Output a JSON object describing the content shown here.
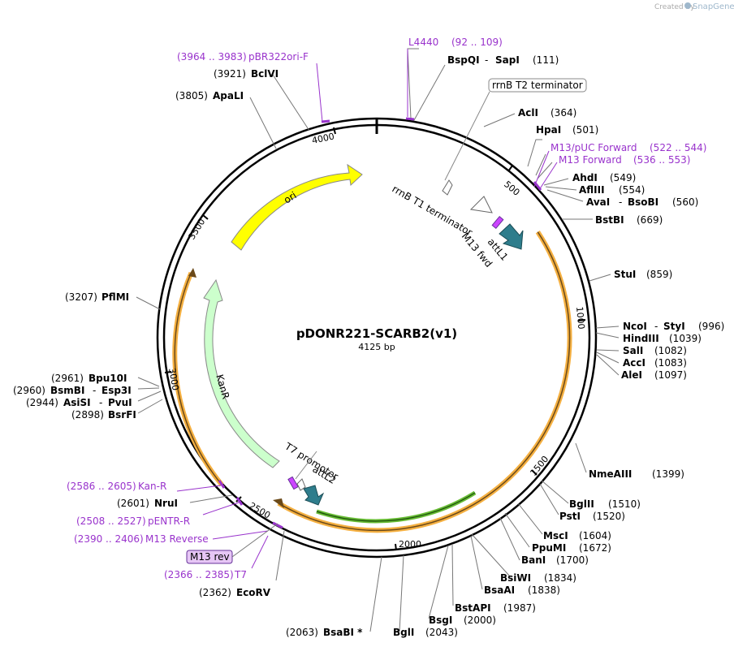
{
  "credit": {
    "prefix": "Created by",
    "brand": "SnapGene"
  },
  "plasmid": {
    "name": "pDONR221-SCARB2(v1)",
    "length_label": "4125 bp",
    "length": 4125
  },
  "ticks": [
    "500",
    "1000",
    "1500",
    "2000",
    "2500",
    "3000",
    "3500",
    "4000"
  ],
  "enzymes": [
    {
      "name": "BspQI",
      "extra": "SapI",
      "pos": "(111)"
    },
    {
      "name": "AclI",
      "pos": "(364)"
    },
    {
      "name": "HpaI",
      "pos": "(501)"
    },
    {
      "name": "AhdI",
      "pos": "(549)"
    },
    {
      "name": "AflIII",
      "pos": "(554)"
    },
    {
      "name": "AvaI",
      "extra": "BsoBI",
      "pos": "(560)"
    },
    {
      "name": "BstBI",
      "pos": "(669)"
    },
    {
      "name": "StuI",
      "pos": "(859)"
    },
    {
      "name": "NcoI",
      "extra": "StyI",
      "pos": "(996)"
    },
    {
      "name": "HindIII",
      "pos": "(1039)"
    },
    {
      "name": "SalI",
      "pos": "(1082)"
    },
    {
      "name": "AccI",
      "pos": "(1083)"
    },
    {
      "name": "AleI",
      "pos": "(1097)"
    },
    {
      "name": "NmeAIII",
      "pos": "(1399)"
    },
    {
      "name": "BglII",
      "pos": "(1510)"
    },
    {
      "name": "PstI",
      "pos": "(1520)"
    },
    {
      "name": "MscI",
      "pos": "(1604)"
    },
    {
      "name": "PpuMI",
      "pos": "(1672)"
    },
    {
      "name": "BanI",
      "pos": "(1700)"
    },
    {
      "name": "BsiWI",
      "pos": "(1834)"
    },
    {
      "name": "BsaAI",
      "pos": "(1838)"
    },
    {
      "name": "BstAPI",
      "pos": "(1987)"
    },
    {
      "name": "BsgI",
      "pos": "(2000)"
    },
    {
      "name": "BglI",
      "pos": "(2043)"
    },
    {
      "name": "BsaBI *",
      "pos": "(2063)"
    },
    {
      "name": "EcoRV",
      "pos": "(2362)"
    },
    {
      "name": "NruI",
      "pos": "(2601)"
    },
    {
      "name": "BsrFI",
      "pos": "(2898)"
    },
    {
      "name": "AsiSI",
      "extra": "PvuI",
      "pos": "(2944)"
    },
    {
      "name": "BsmBI",
      "extra": "Esp3I",
      "pos": "(2960)"
    },
    {
      "name": "Bpu10I",
      "pos": "(2961)"
    },
    {
      "name": "PflMI",
      "pos": "(3207)"
    },
    {
      "name": "ApaLI",
      "pos": "(3805)"
    },
    {
      "name": "BclVI",
      "pos": "(3921)"
    }
  ],
  "primers": [
    {
      "name": "L4440",
      "range": "(92 .. 109)"
    },
    {
      "name": "M13/pUC Forward",
      "range": "(522 .. 544)"
    },
    {
      "name": "M13 Forward",
      "range": "(536 .. 553)"
    },
    {
      "name": "Kan-R",
      "range": "(2586 .. 2605)"
    },
    {
      "name": "pENTR-R",
      "range": "(2508 .. 2527)"
    },
    {
      "name": "M13 Reverse",
      "range": "(2390 .. 2406)"
    },
    {
      "name": "T7",
      "range": "(2366 .. 2385)"
    },
    {
      "name": "pBR322ori-F",
      "range": "(3964 .. 3983)"
    }
  ],
  "features": {
    "ori": "ori",
    "kanr": "KanR",
    "rrnb_t1": "rrnB T1 terminator",
    "rrnb_t2": "rrnB T2 terminator",
    "attl1": "attL1",
    "m13fwd": "M13 fwd",
    "attl2": "attL2",
    "t7promoter": "T7 promoter",
    "m13rev": "M13 rev"
  },
  "colors": {
    "backbone": "#000000",
    "insert_outline": "#f5b041",
    "ori": "#ffff00",
    "kanr": "#ccffcc",
    "att": "#2e7d8c",
    "primer": "#9933cc",
    "cds": "#66bb33"
  }
}
